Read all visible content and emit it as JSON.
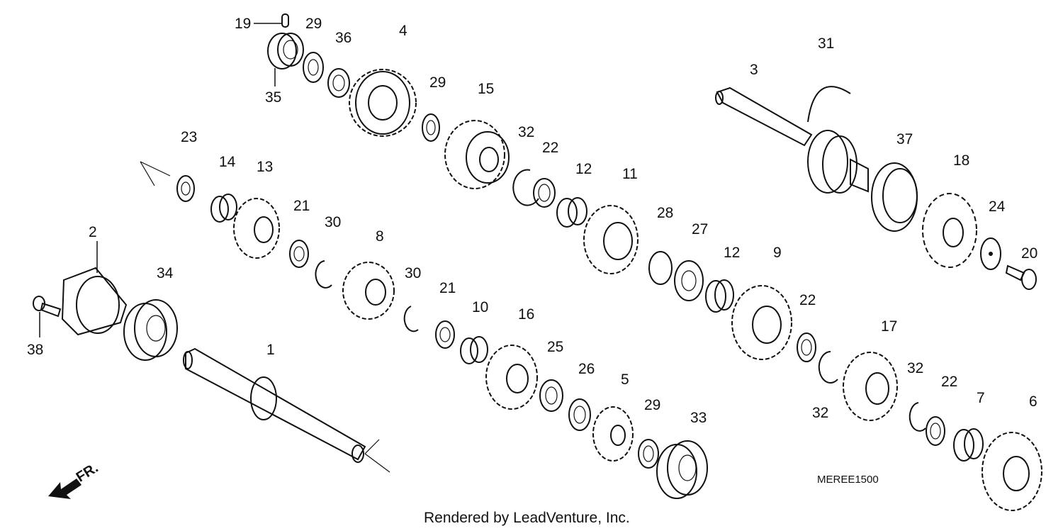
{
  "diagram": {
    "callouts": [
      "19",
      "29",
      "36",
      "4",
      "35",
      "29",
      "15",
      "31",
      "3",
      "23",
      "14",
      "13",
      "32",
      "22",
      "12",
      "11",
      "37",
      "18",
      "2",
      "34",
      "21",
      "30",
      "8",
      "30",
      "28",
      "27",
      "12",
      "24",
      "20",
      "9",
      "22",
      "21",
      "10",
      "16",
      "38",
      "1",
      "25",
      "26",
      "5",
      "17",
      "32",
      "32",
      "22",
      "7",
      "6",
      "29",
      "33"
    ],
    "diagram_code": "MEREE1500",
    "credit": "Rendered by LeadVenture, Inc.",
    "front_arrow_label": "FR."
  }
}
